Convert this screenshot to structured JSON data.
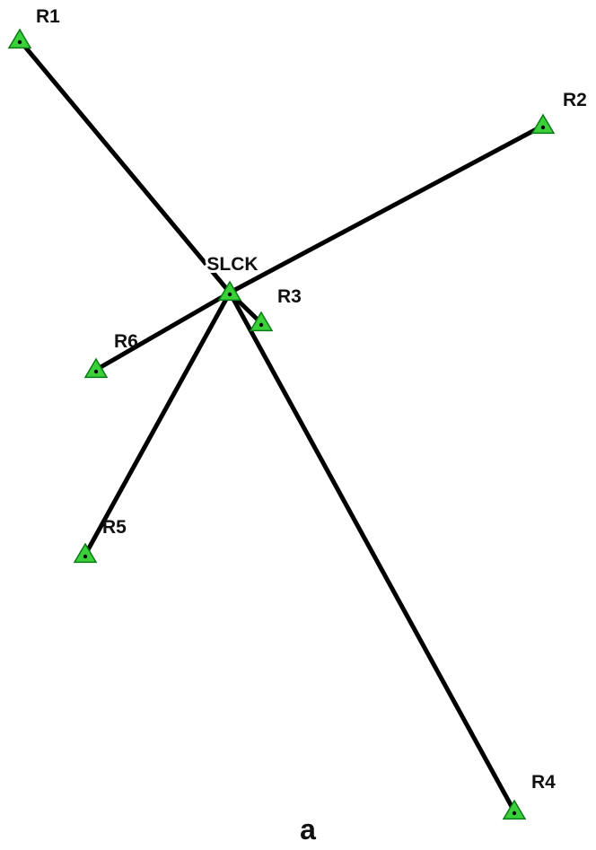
{
  "diagram": {
    "hub": {
      "id": "SLCK",
      "label": "SLCK"
    },
    "stations": [
      {
        "id": "R1",
        "label": "R1"
      },
      {
        "id": "R2",
        "label": "R2"
      },
      {
        "id": "R3",
        "label": "R3"
      },
      {
        "id": "R4",
        "label": "R4"
      },
      {
        "id": "R5",
        "label": "R5"
      },
      {
        "id": "R6",
        "label": "R6"
      }
    ],
    "links": [
      {
        "from": "SLCK",
        "to": "R1"
      },
      {
        "from": "SLCK",
        "to": "R2"
      },
      {
        "from": "SLCK",
        "to": "R3"
      },
      {
        "from": "SLCK",
        "to": "R4"
      },
      {
        "from": "SLCK",
        "to": "R5"
      },
      {
        "from": "SLCK",
        "to": "R6"
      }
    ],
    "panel_label": "a",
    "marker_color": "#3ad03a",
    "line_color": "#000000"
  }
}
